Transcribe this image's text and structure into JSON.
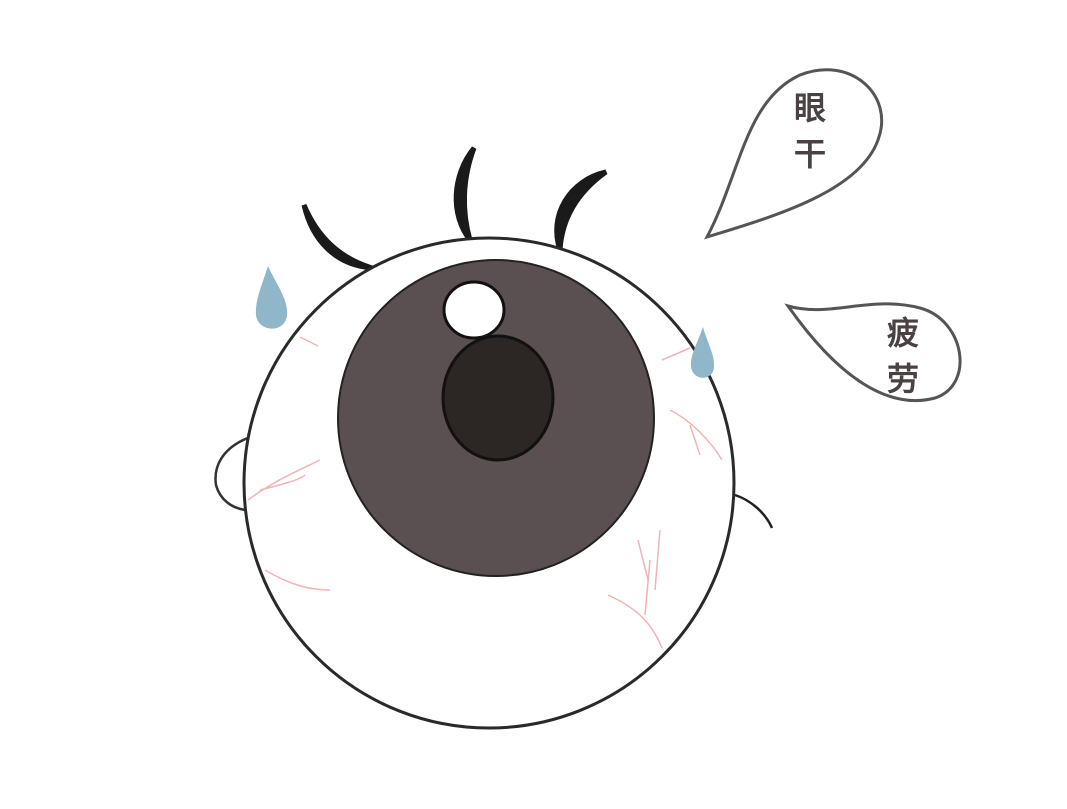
{
  "bubbles": [
    {
      "chars": [
        "眼",
        "干"
      ]
    },
    {
      "chars": [
        "疲",
        "劳"
      ]
    }
  ],
  "colors": {
    "outline": "#2a2a2a",
    "iris": "#5a5051",
    "pupil": "#2c2625",
    "tear": "#8fb6c9",
    "vein": "#f1b3b3"
  }
}
